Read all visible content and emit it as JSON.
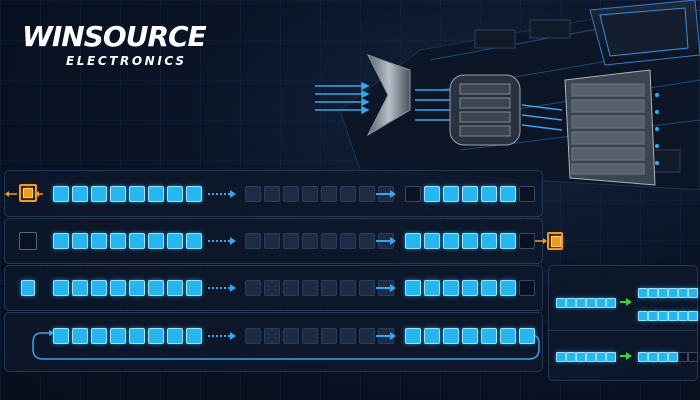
{
  "brand": {
    "name": "WINSOURCE",
    "subtitle": "ELECTRONICS"
  },
  "colors": {
    "cell": "#27b6f0",
    "bit_out": "#f59a1f",
    "arrow": "#3aa5e8",
    "green_arrow": "#3ed13a"
  },
  "rows": [
    {
      "type": "shift-left",
      "icons": [
        "orange-bit",
        "arrow-left-icon"
      ]
    },
    {
      "type": "shift-right",
      "icons": [
        "hollow-bit",
        "orange-bit",
        "arrow-right-icon"
      ]
    },
    {
      "type": "arithmetic",
      "icons": [
        "blue-bit"
      ]
    },
    {
      "type": "rotate",
      "icons": [
        "loop-arrow-icon"
      ]
    }
  ],
  "side_panel": {
    "icons": [
      "green-arrow-icon"
    ]
  }
}
